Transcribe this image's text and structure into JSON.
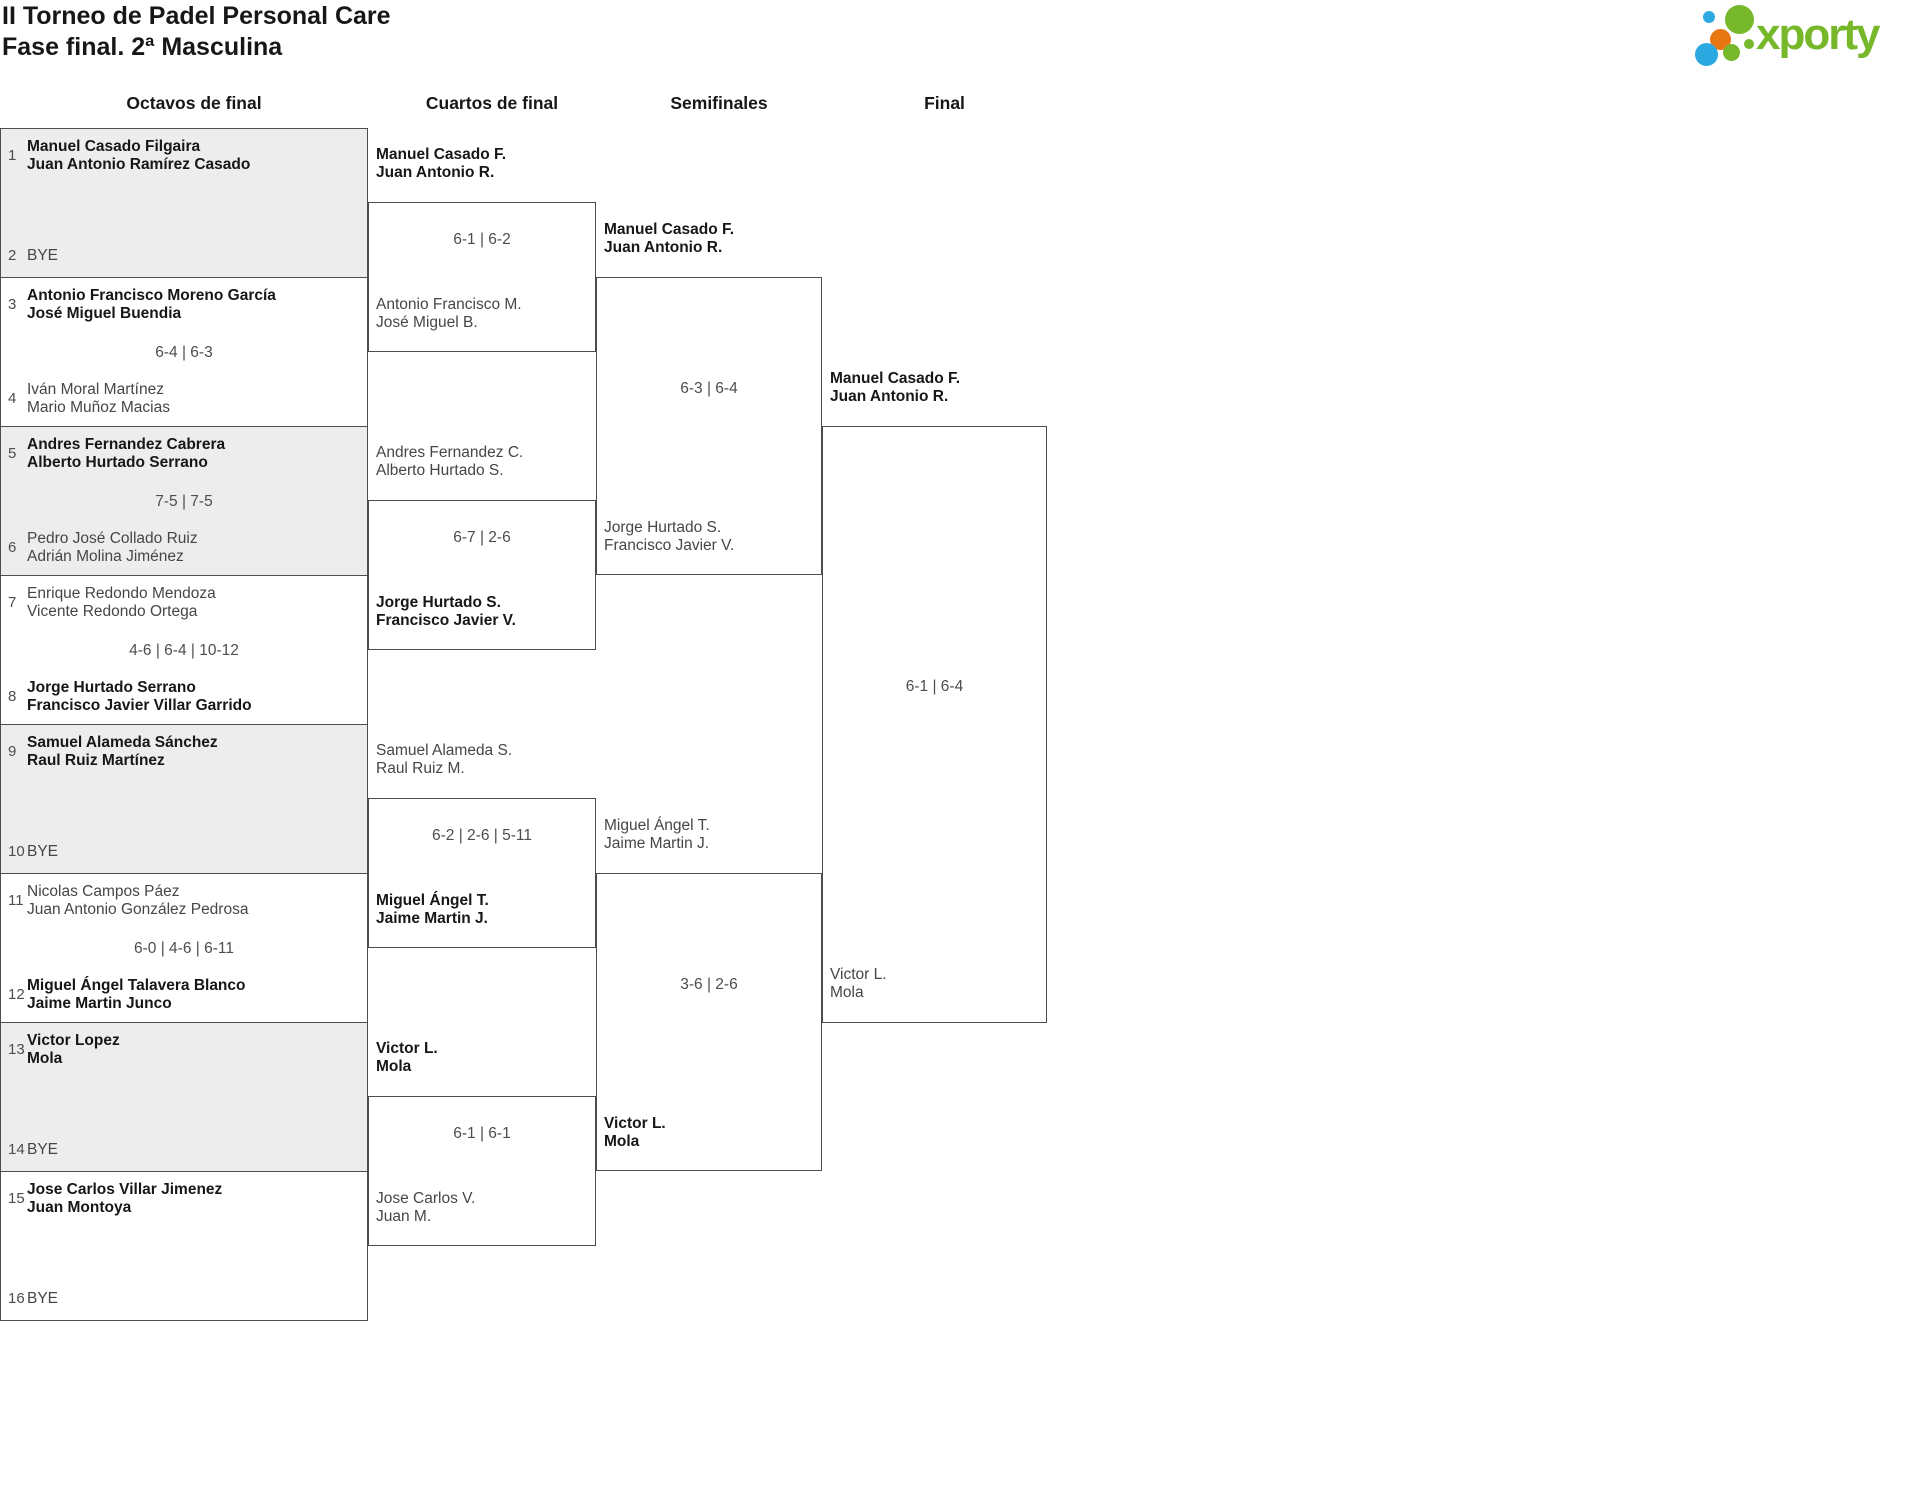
{
  "header": {
    "title": "II Torneo de Padel Personal Care",
    "subtitle": "Fase final. 2ª Masculina",
    "logo_text": "xporty"
  },
  "colors": {
    "logo_green": "#76b82a",
    "logo_blue": "#2ba9e0",
    "logo_orange": "#e97711",
    "box_shade": "#ededed",
    "box_border": "#4d4d4d",
    "winner_text": "#171717",
    "secondary_text": "#4d4d4d"
  },
  "rounds": [
    {
      "label": "Octavos de final"
    },
    {
      "label": "Cuartos de final"
    },
    {
      "label": "Semifinales"
    },
    {
      "label": "Final"
    }
  ],
  "bracket": {
    "r16": [
      {
        "seed_a": "1",
        "team_a": [
          "Manuel Casado Filgaira",
          "Juan Antonio Ramírez Casado"
        ],
        "a_win": true,
        "seed_b": "2",
        "team_b": [
          "BYE"
        ],
        "b_win": false,
        "score": ""
      },
      {
        "seed_a": "3",
        "team_a": [
          "Antonio Francisco Moreno García",
          "José Miguel Buendia"
        ],
        "a_win": true,
        "seed_b": "4",
        "team_b": [
          "Iván Moral Martínez",
          "Mario Muñoz Macias"
        ],
        "b_win": false,
        "score": "6-4 | 6-3"
      },
      {
        "seed_a": "5",
        "team_a": [
          "Andres Fernandez Cabrera",
          "Alberto Hurtado Serrano"
        ],
        "a_win": true,
        "seed_b": "6",
        "team_b": [
          "Pedro José Collado Ruiz",
          "Adrián Molina Jiménez"
        ],
        "b_win": false,
        "score": "7-5 | 7-5"
      },
      {
        "seed_a": "7",
        "team_a": [
          "Enrique Redondo Mendoza",
          "Vicente Redondo Ortega"
        ],
        "a_win": false,
        "seed_b": "8",
        "team_b": [
          "Jorge Hurtado Serrano",
          "Francisco Javier Villar Garrido"
        ],
        "b_win": true,
        "score": "4-6 | 6-4 | 10-12"
      },
      {
        "seed_a": "9",
        "team_a": [
          "Samuel Alameda Sánchez",
          "Raul Ruiz Martínez"
        ],
        "a_win": true,
        "seed_b": "10",
        "team_b": [
          "BYE"
        ],
        "b_win": false,
        "score": ""
      },
      {
        "seed_a": "11",
        "team_a": [
          "Nicolas Campos Páez",
          "Juan Antonio González Pedrosa"
        ],
        "a_win": false,
        "seed_b": "12",
        "team_b": [
          "Miguel Ángel Talavera Blanco",
          "Jaime Martin Junco"
        ],
        "b_win": true,
        "score": "6-0 | 4-6 | 6-11"
      },
      {
        "seed_a": "13",
        "team_a": [
          "Victor Lopez",
          "Mola"
        ],
        "a_win": true,
        "seed_b": "14",
        "team_b": [
          "BYE"
        ],
        "b_win": false,
        "score": ""
      },
      {
        "seed_a": "15",
        "team_a": [
          "Jose Carlos Villar Jimenez",
          "Juan Montoya"
        ],
        "a_win": true,
        "seed_b": "16",
        "team_b": [
          "BYE"
        ],
        "b_win": false,
        "score": ""
      }
    ],
    "qf": [
      {
        "team_a": [
          "Manuel Casado F.",
          "Juan Antonio R."
        ],
        "a_win": true,
        "team_b": [
          "Antonio Francisco M.",
          "José Miguel B."
        ],
        "b_win": false,
        "score": "6-1 | 6-2"
      },
      {
        "team_a": [
          "Andres Fernandez C.",
          "Alberto Hurtado S."
        ],
        "a_win": false,
        "team_b": [
          "Jorge Hurtado S.",
          "Francisco Javier V."
        ],
        "b_win": true,
        "score": "6-7 | 2-6"
      },
      {
        "team_a": [
          "Samuel Alameda S.",
          "Raul Ruiz M."
        ],
        "a_win": false,
        "team_b": [
          "Miguel Ángel T.",
          "Jaime Martin J."
        ],
        "b_win": true,
        "score": "6-2 | 2-6 | 5-11"
      },
      {
        "team_a": [
          "Victor L.",
          "Mola"
        ],
        "a_win": true,
        "team_b": [
          "Jose Carlos V.",
          "Juan M."
        ],
        "b_win": false,
        "score": "6-1 | 6-1"
      }
    ],
    "sf": [
      {
        "team_a": [
          "Manuel Casado F.",
          "Juan Antonio R."
        ],
        "a_win": true,
        "team_b": [
          "Jorge Hurtado S.",
          "Francisco Javier V."
        ],
        "b_win": false,
        "score": "6-3 | 6-4"
      },
      {
        "team_a": [
          "Miguel Ángel T.",
          "Jaime Martin J."
        ],
        "a_win": false,
        "team_b": [
          "Victor L.",
          "Mola"
        ],
        "b_win": true,
        "score": "3-6 | 2-6"
      }
    ],
    "final": [
      {
        "team_a": [
          "Manuel Casado F.",
          "Juan Antonio R."
        ],
        "a_win": true,
        "team_b": [
          "Victor L.",
          "Mola"
        ],
        "b_win": false,
        "score": "6-1 | 6-4"
      }
    ]
  }
}
